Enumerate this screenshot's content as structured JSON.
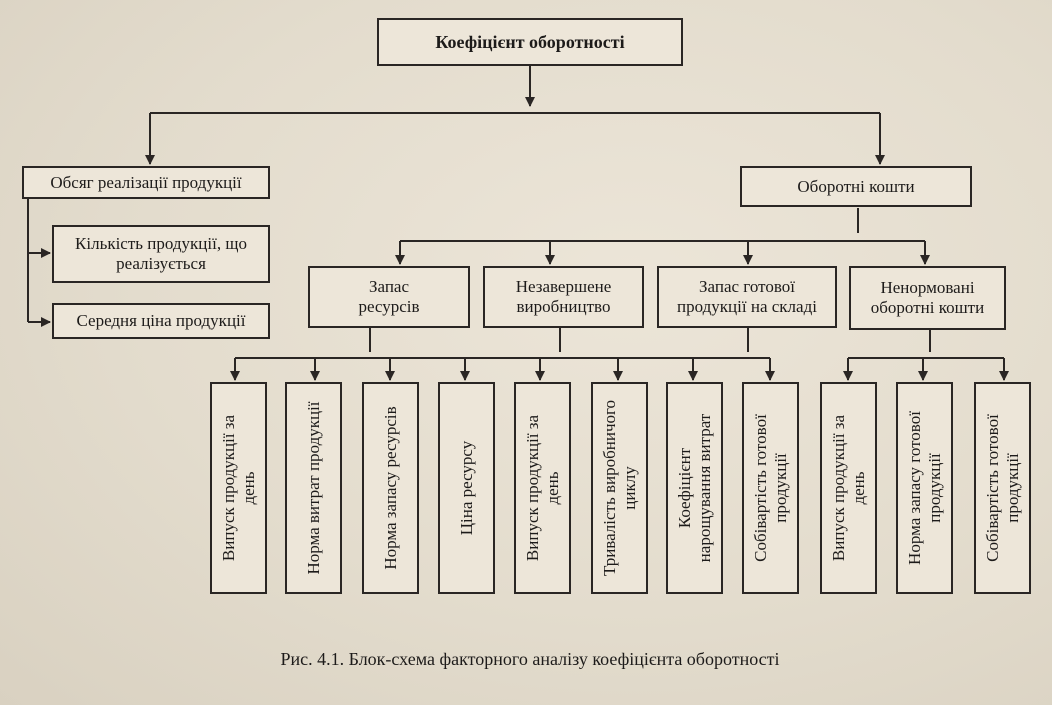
{
  "diagram": {
    "root": "Коефіцієнт оборотності",
    "left_branch": {
      "title": "Обсяг реалізації продукції",
      "children": [
        "Кількість продукції, що реалізується",
        "Середня ціна продукції"
      ]
    },
    "right_branch": {
      "title": "Оборотні кошти",
      "groups": [
        {
          "title": "Запас ресурсів",
          "factors": [
            "Випуск продукції за день",
            "Норма витрат продукції",
            "Норма запасу ресурсів",
            "Ціна ресурсу"
          ]
        },
        {
          "title": "Незавершене виробництво",
          "factors": [
            "Випуск продукції за день",
            "Тривалість виробничого циклу",
            "Коефіцієнт нарощування витрат",
            "Собівартість готової продукції"
          ]
        },
        {
          "title": "Запас готової продукції на складі",
          "factors": []
        },
        {
          "title": "Ненормовані оборотні кошти",
          "factors": [
            "Випуск продукції за день",
            "Норма запасу готової продукції",
            "Собівартість готової продукції"
          ]
        }
      ]
    },
    "caption": "Рис. 4.1. Блок-схема факторного аналізу коефіцієнта оборотності"
  },
  "colors": {
    "line": "#2a2624",
    "box_fill": "#ede6d9",
    "paper": "#e3dccd"
  }
}
